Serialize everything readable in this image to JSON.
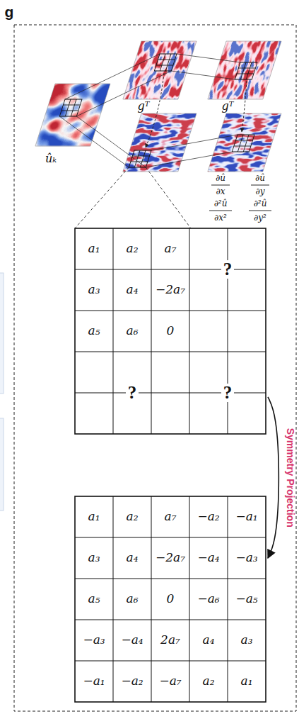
{
  "diagram": {
    "nodes": [
      {
        "text": [
          "a₁",
          "a₂",
          "a₇",
          "?",
          "a₃",
          "a₄",
          "−2a₇",
          "a₅",
          "a₆",
          "0",
          "?",
          "?"
        ]
      },
      {
        "text": [
          "a₁",
          "a₂",
          "a₇",
          "−a₂",
          "−a₁",
          "a₃",
          "a₄",
          "−2a₇",
          "−a₄",
          "−a₃",
          "a₅",
          "a₆",
          "0",
          "−a₆",
          "−a₅",
          "−a₃",
          "−a₄",
          "2a₇",
          "a₄",
          "a₃",
          "−a₁",
          "−a₂",
          "−a₇",
          "a₂",
          "a₁"
        ]
      }
    ],
    "edges": [
      {
        "from": 0,
        "to": 1,
        "arrow": "to",
        "label": "Symmetry Projection"
      }
    ],
    "labels": [
      "g",
      "gᵀ",
      "gᵀ",
      "ûₖ",
      "∂û",
      "∂x",
      "∂û",
      "∂y",
      "∂²û",
      "∂x²",
      "∂²û",
      "∂y²"
    ]
  }
}
